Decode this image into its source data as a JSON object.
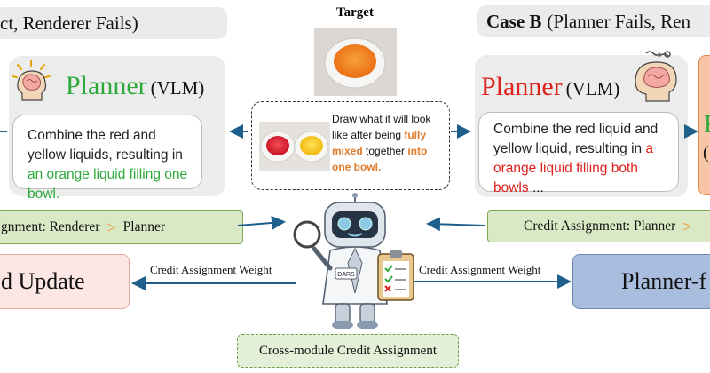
{
  "left_case": {
    "title": "ct, Renderer Fails)",
    "planner_word": "Planner",
    "vlm_word": "(VLM)",
    "planner_color": "#2eaa3d",
    "bubble_plain": "Combine the red and yellow liquids, resulting in ",
    "bubble_highlight": "an orange liquid filling one bowl.",
    "highlight_color": "#2eaa3d",
    "credit_prefix": "gnment: Renderer",
    "credit_symbol": ">",
    "credit_suffix": "Planner",
    "update_label": "d Update"
  },
  "right_case": {
    "title_bold": "Case B",
    "title_rest": "(Planner Fails, Ren",
    "planner_word": "Planner",
    "vlm_word": "(VLM)",
    "planner_color": "#e0201b",
    "bubble_plain": "Combine the red liquid and yellow liquid, resulting in ",
    "bubble_highlight": "a orange liquid filling both bowls",
    "bubble_tail": " ...",
    "highlight_color": "#e0201b",
    "credit_prefix": "Credit Assignment: Planner",
    "credit_symbol": ">",
    "update_label": "Planner-f",
    "edge_letter": "R",
    "edge_paren": "("
  },
  "center": {
    "target_label": "Target",
    "prompt_parts": [
      {
        "text": "Draw what it will look like after being ",
        "highlight": false
      },
      {
        "text": "fully mixed",
        "highlight": true
      },
      {
        "text": " together ",
        "highlight": false
      },
      {
        "text": "into one bowl.",
        "highlight": true
      }
    ],
    "prompt_highlight_color": "#e07b2a",
    "robot_badge": "DARS",
    "weight_label_left": "Credit Assignment Weight",
    "weight_label_right": "Credit Assignment Weight",
    "bottom_label": "Cross-module Credit Assignment",
    "arrow_color": "#1f5f8b",
    "accent_symbol_color": "#f08c2e"
  }
}
